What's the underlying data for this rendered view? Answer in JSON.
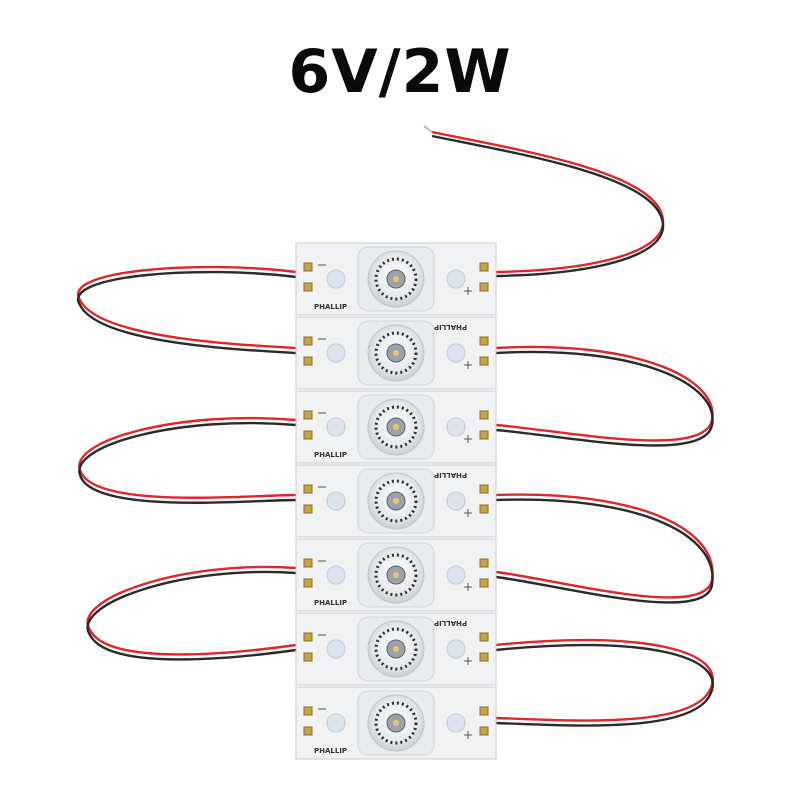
{
  "title": "6V/2W",
  "module": {
    "brand_label": "PHALLIP",
    "count": 7,
    "board_color": "#f1f2f4",
    "lens_color": "#dfe3e7",
    "led_ring_color": "#2c2f36",
    "solder_pad_color": "#c9a24a"
  },
  "wires": {
    "positive_color": "#e0262b",
    "negative_color": "#2a2a2a"
  }
}
